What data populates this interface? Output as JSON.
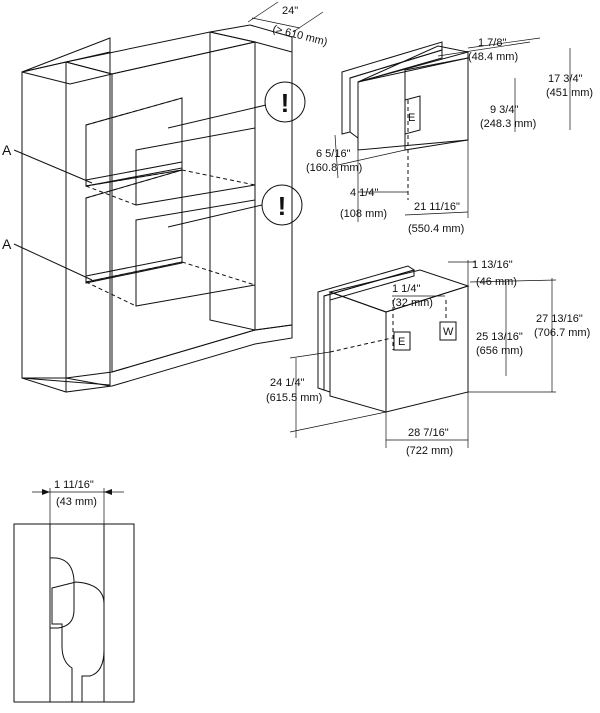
{
  "overview": {
    "top_width_in": "24\"",
    "top_width_mm": "(≥ 610 mm)",
    "callout_a_upper": "A",
    "callout_a_lower": "A",
    "warning_upper": "!",
    "warning_lower": "!"
  },
  "upper_unit": {
    "depth_front_in": "1 7/8\"",
    "depth_front_mm": "(48.4 mm)",
    "height_in": "17 3/4\"",
    "height_mm": "(451 mm)",
    "conn_height_in": "9 3/4\"",
    "conn_height_mm": "(248.3 mm)",
    "offset_in": "6 5/16\"",
    "offset_mm": "(160.8 mm)",
    "conn_depth_in": "4 1/4\"",
    "conn_depth_mm": "(108 mm)",
    "depth_in": "21 11/16\"",
    "depth_mm": "(550.4 mm)",
    "label_e": "E"
  },
  "lower_unit": {
    "e_offset_in": "1 1/4\"",
    "e_offset_mm": "(32 mm)",
    "w_offset_in": "1 13/16\"",
    "w_offset_mm": "(46 mm)",
    "conn_height_in": "25 13/16\"",
    "conn_height_mm": "(656 mm)",
    "height_in": "27 13/16\"",
    "height_mm": "(706.7 mm)",
    "side_height_in": "24 1/4\"",
    "side_height_mm": "(615.5 mm)",
    "depth_in": "28 7/16\"",
    "depth_mm": "(722 mm)",
    "label_e": "E",
    "label_w": "W"
  },
  "detail": {
    "width_in": "1 11/16\"",
    "width_mm": "(43 mm)"
  }
}
